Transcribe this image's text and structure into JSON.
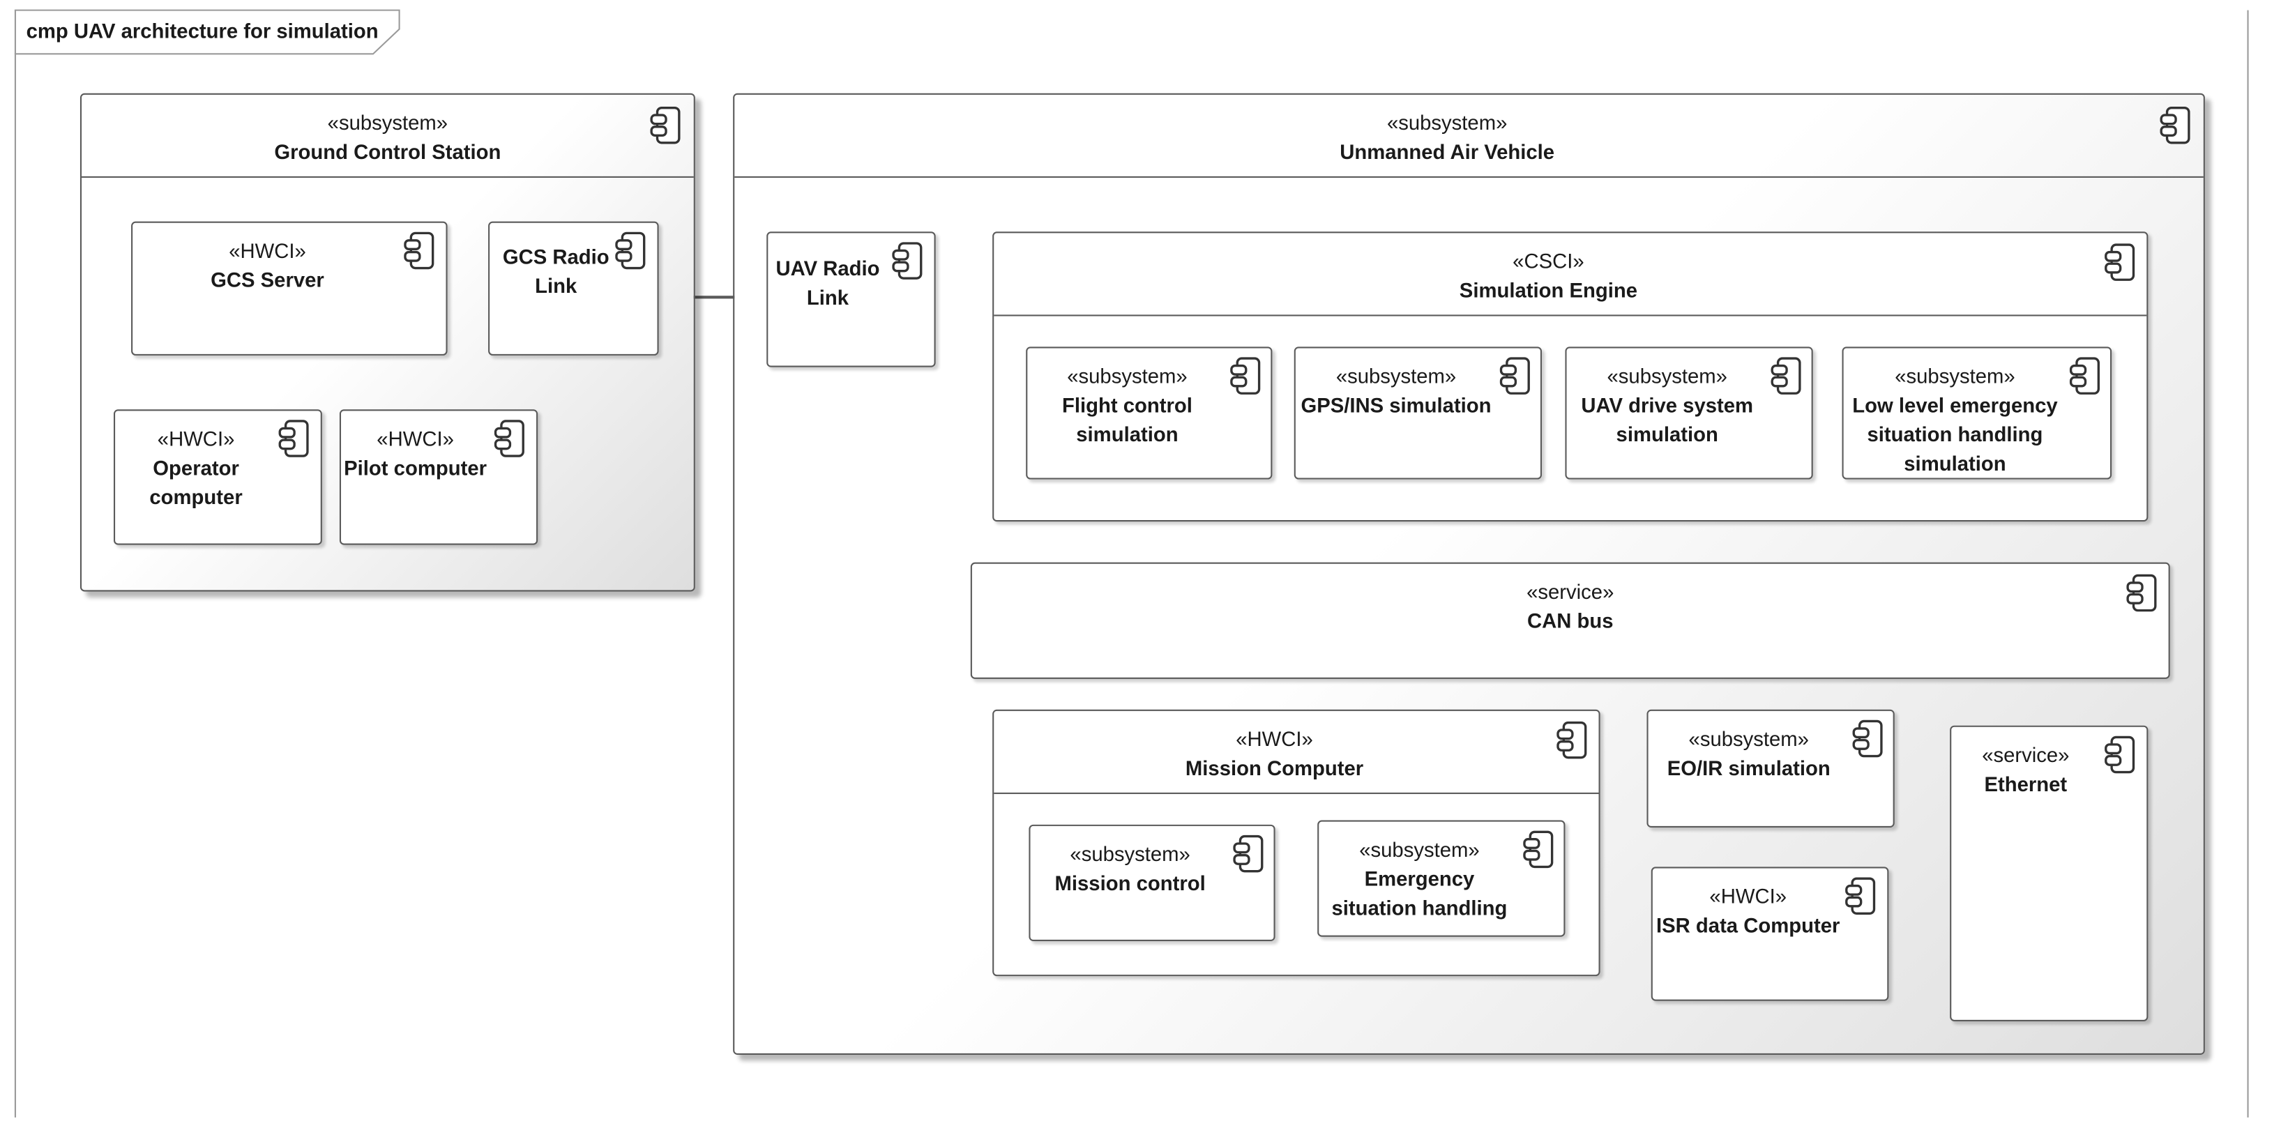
{
  "diagram": {
    "title": "cmp UAV architecture for simulation",
    "gcs": {
      "stereotype": "«subsystem»",
      "name": "Ground Control Station",
      "server": {
        "stereotype": "«HWCI»",
        "name": "GCS Server"
      },
      "radio": {
        "name_line1": "GCS Radio",
        "name_line2": "Link"
      },
      "operator": {
        "stereotype": "«HWCI»",
        "name_line1": "Operator",
        "name_line2": "computer"
      },
      "pilot": {
        "stereotype": "«HWCI»",
        "name": "Pilot computer"
      }
    },
    "uav": {
      "stereotype": "«subsystem»",
      "name": "Unmanned Air Vehicle",
      "radio": {
        "name_line1": "UAV Radio",
        "name_line2": "Link"
      },
      "sim_engine": {
        "stereotype": "«CSCI»",
        "name": "Simulation Engine",
        "flight": {
          "stereotype": "«subsystem»",
          "name_line1": "Flight control",
          "name_line2": "simulation"
        },
        "gps": {
          "stereotype": "«subsystem»",
          "name": "GPS/INS simulation"
        },
        "drive": {
          "stereotype": "«subsystem»",
          "name_line1": "UAV drive system",
          "name_line2": "simulation"
        },
        "emergency_sim": {
          "stereotype": "«subsystem»",
          "name_line1": "Low level emergency",
          "name_line2": "situation handling",
          "name_line3": "simulation"
        }
      },
      "can_bus": {
        "stereotype": "«service»",
        "name": "CAN bus"
      },
      "mission_computer": {
        "stereotype": "«HWCI»",
        "name": "Mission Computer",
        "mission_control": {
          "stereotype": "«subsystem»",
          "name": "Mission control"
        },
        "emergency": {
          "stereotype": "«subsystem»",
          "name_line1": "Emergency",
          "name_line2": "situation handling"
        }
      },
      "eoir": {
        "stereotype": "«subsystem»",
        "name": "EO/IR simulation"
      },
      "isr": {
        "stereotype": "«HWCI»",
        "name": "ISR data Computer"
      },
      "ethernet": {
        "stereotype": "«service»",
        "name": "Ethernet"
      }
    }
  },
  "icons": {
    "component": "component-icon"
  },
  "colors": {
    "border": "#5a5a5a",
    "frame": "#9a9a9a",
    "gradient_end": "#dedede"
  }
}
